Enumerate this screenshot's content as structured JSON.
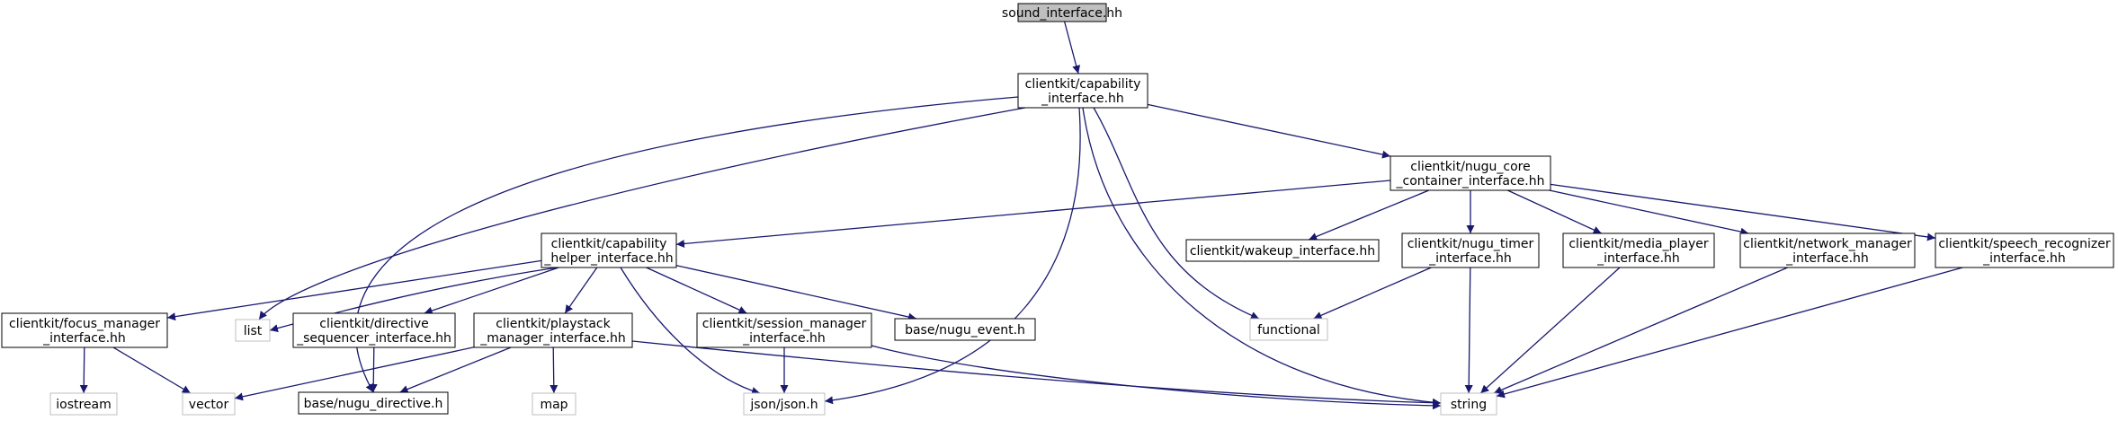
{
  "graph": {
    "root": "sound_interface.hh",
    "nodes": [
      {
        "id": "sound",
        "lines": [
          "sound_interface.hh"
        ],
        "style": "root"
      },
      {
        "id": "cap",
        "lines": [
          "clientkit/capability",
          "_interface.hh"
        ],
        "style": "normal"
      },
      {
        "id": "nugu_core",
        "lines": [
          "clientkit/nugu_core",
          "_container_interface.hh"
        ],
        "style": "normal"
      },
      {
        "id": "cap_helper",
        "lines": [
          "clientkit/capability",
          "_helper_interface.hh"
        ],
        "style": "normal"
      },
      {
        "id": "wakeup",
        "lines": [
          "clientkit/wakeup_interface.hh"
        ],
        "style": "normal"
      },
      {
        "id": "nugu_timer",
        "lines": [
          "clientkit/nugu_timer",
          "_interface.hh"
        ],
        "style": "normal"
      },
      {
        "id": "media_player",
        "lines": [
          "clientkit/media_player",
          "_interface.hh"
        ],
        "style": "normal"
      },
      {
        "id": "network_manager",
        "lines": [
          "clientkit/network_manager",
          "_interface.hh"
        ],
        "style": "normal"
      },
      {
        "id": "speech_recognizer",
        "lines": [
          "clientkit/speech_recognizer",
          "_interface.hh"
        ],
        "style": "normal"
      },
      {
        "id": "focus_manager",
        "lines": [
          "clientkit/focus_manager",
          "_interface.hh"
        ],
        "style": "normal"
      },
      {
        "id": "list",
        "lines": [
          "list"
        ],
        "style": "external"
      },
      {
        "id": "directive_seq",
        "lines": [
          "clientkit/directive",
          "_sequencer_interface.hh"
        ],
        "style": "normal"
      },
      {
        "id": "playstack",
        "lines": [
          "clientkit/playstack",
          "_manager_interface.hh"
        ],
        "style": "normal"
      },
      {
        "id": "session_manager",
        "lines": [
          "clientkit/session_manager",
          "_interface.hh"
        ],
        "style": "normal"
      },
      {
        "id": "nugu_event",
        "lines": [
          "base/nugu_event.h"
        ],
        "style": "normal"
      },
      {
        "id": "functional",
        "lines": [
          "functional"
        ],
        "style": "external"
      },
      {
        "id": "iostream",
        "lines": [
          "iostream"
        ],
        "style": "external"
      },
      {
        "id": "vector",
        "lines": [
          "vector"
        ],
        "style": "external"
      },
      {
        "id": "nugu_directive",
        "lines": [
          "base/nugu_directive.h"
        ],
        "style": "normal"
      },
      {
        "id": "map",
        "lines": [
          "map"
        ],
        "style": "external"
      },
      {
        "id": "json",
        "lines": [
          "json/json.h"
        ],
        "style": "external"
      },
      {
        "id": "string",
        "lines": [
          "string"
        ],
        "style": "external"
      }
    ],
    "edges": [
      [
        "sound",
        "cap"
      ],
      [
        "cap",
        "nugu_core"
      ],
      [
        "cap",
        "list"
      ],
      [
        "cap",
        "nugu_directive"
      ],
      [
        "cap",
        "json"
      ],
      [
        "cap",
        "string"
      ],
      [
        "cap",
        "functional"
      ],
      [
        "nugu_core",
        "cap_helper"
      ],
      [
        "nugu_core",
        "wakeup"
      ],
      [
        "nugu_core",
        "nugu_timer"
      ],
      [
        "nugu_core",
        "media_player"
      ],
      [
        "nugu_core",
        "network_manager"
      ],
      [
        "nugu_core",
        "speech_recognizer"
      ],
      [
        "cap_helper",
        "focus_manager"
      ],
      [
        "cap_helper",
        "list"
      ],
      [
        "cap_helper",
        "directive_seq"
      ],
      [
        "cap_helper",
        "playstack"
      ],
      [
        "cap_helper",
        "session_manager"
      ],
      [
        "cap_helper",
        "nugu_event"
      ],
      [
        "cap_helper",
        "json"
      ],
      [
        "focus_manager",
        "iostream"
      ],
      [
        "focus_manager",
        "vector"
      ],
      [
        "directive_seq",
        "nugu_directive"
      ],
      [
        "playstack",
        "vector"
      ],
      [
        "playstack",
        "nugu_directive"
      ],
      [
        "playstack",
        "map"
      ],
      [
        "playstack",
        "string"
      ],
      [
        "session_manager",
        "json"
      ],
      [
        "session_manager",
        "string"
      ],
      [
        "nugu_timer",
        "functional"
      ],
      [
        "nugu_timer",
        "string"
      ],
      [
        "media_player",
        "string"
      ],
      [
        "network_manager",
        "string"
      ],
      [
        "speech_recognizer",
        "string"
      ]
    ],
    "colors": {
      "edge": "#191970",
      "node_border": "#000000",
      "external_border": "#bfbfbf",
      "root_fill": "#bfbfbf",
      "node_fill": "#ffffff",
      "text": "#000000"
    }
  }
}
